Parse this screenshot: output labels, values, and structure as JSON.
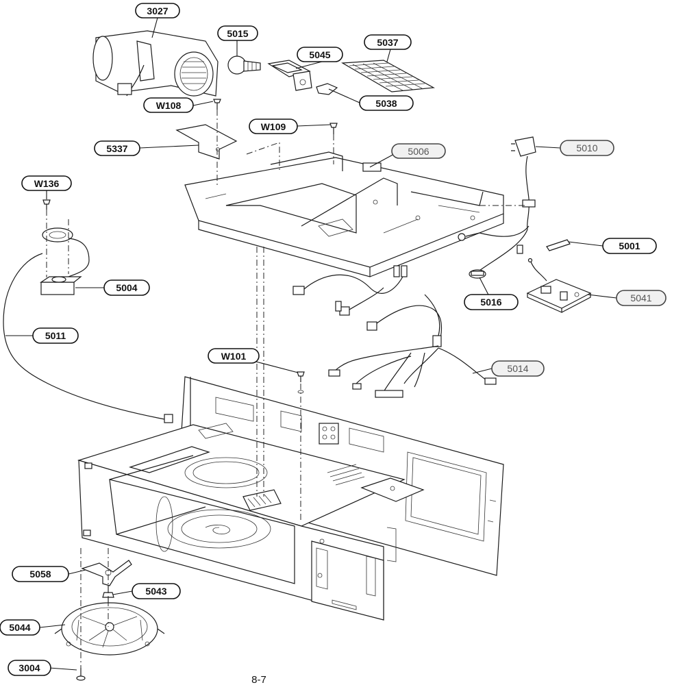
{
  "parts": {
    "p3027": "3027",
    "p5015": "5015",
    "p5045": "5045",
    "p5037": "5037",
    "p5038": "5038",
    "pW108": "W108",
    "pW109": "W109",
    "p5337": "5337",
    "p5006": "5006",
    "p5010": "5010",
    "pW136": "W136",
    "p5001": "5001",
    "p5004": "5004",
    "p5016": "5016",
    "p5041": "5041",
    "p5011": "5011",
    "pW101": "W101",
    "p5014": "5014",
    "p5058": "5058",
    "p5043": "5043",
    "p5044": "5044",
    "p3004": "3004"
  },
  "page_number": "8-7"
}
